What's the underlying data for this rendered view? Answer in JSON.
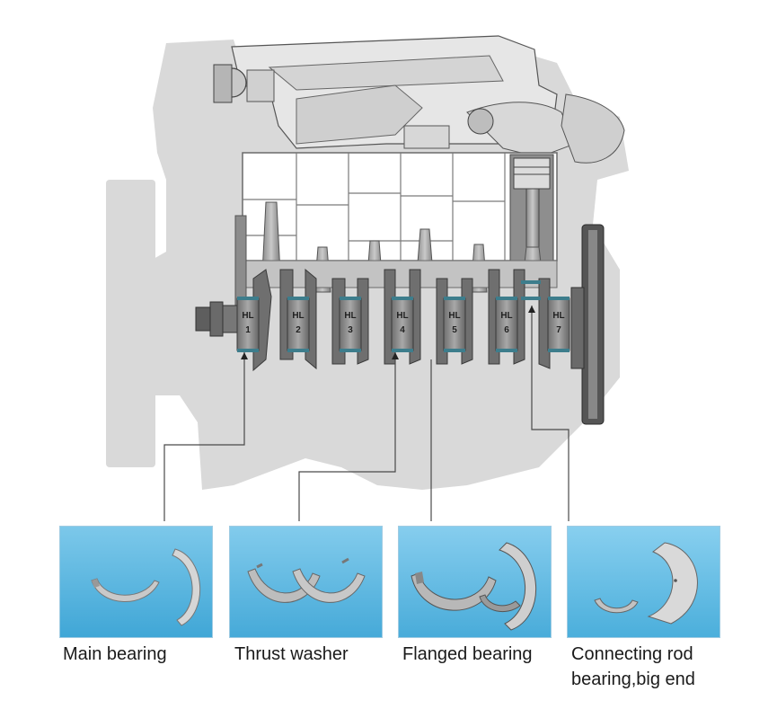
{
  "engine": {
    "bearing_marks": [
      {
        "code": "HL",
        "number": "1"
      },
      {
        "code": "HL",
        "number": "2"
      },
      {
        "code": "HL",
        "number": "3"
      },
      {
        "code": "HL",
        "number": "4"
      },
      {
        "code": "HL",
        "number": "5"
      },
      {
        "code": "HL",
        "number": "6"
      },
      {
        "code": "HL",
        "number": "7"
      }
    ]
  },
  "parts": [
    {
      "icon": "main-bearing",
      "label": "Main bearing"
    },
    {
      "icon": "thrust-washer",
      "label": "Thrust washer"
    },
    {
      "icon": "flanged-bearing",
      "label": "Flanged bearing"
    },
    {
      "icon": "connecting-rod-bearing",
      "label": "Connecting rod\nbearing,big end"
    }
  ],
  "colors": {
    "silhouette": "#d9d9d9",
    "engine_dark": "#7a7a7a",
    "engine_mid": "#9b9b9b",
    "bearing_teal": "#3d7d8c",
    "photo_bg": "#5fb8e0"
  }
}
